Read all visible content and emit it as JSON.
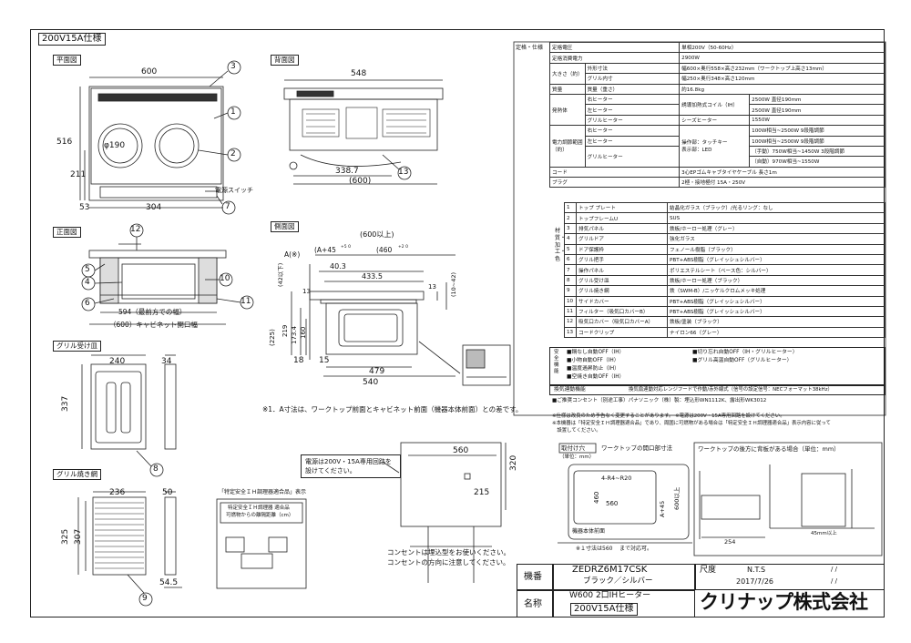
{
  "spec_badge": "200V15A仕様",
  "views": {
    "plan": "平面図",
    "back": "背面図",
    "front": "正面図",
    "side": "側面図",
    "grill_pan": "グリル受け皿",
    "grill_net": "グリル焼き網"
  },
  "plan_dims": {
    "width": "600",
    "depth": "516",
    "d211": "211",
    "d53": "53",
    "d304": "304",
    "burner": "φ190",
    "power_switch": "電源スイッチ"
  },
  "back_dims": {
    "width": "548",
    "d3387": "338.7",
    "d600": "(600)"
  },
  "front_dims": {
    "d594": "594（最前方での幅）",
    "d600": "（600）キャビネット開口幅"
  },
  "side_dims": {
    "d600up": "(600以上)",
    "a": "A(※)",
    "a45": "(A+45",
    "a45_tol": "+5 0",
    "d460": "(460",
    "d460_tol": "+2 0",
    "d4033": "40.3",
    "d4335": "433.5",
    "d42": "(42以下)",
    "d13a": "13",
    "d1042": "(10~42)",
    "d13b": "13",
    "d225": "(225)",
    "d219": "219",
    "d1734": "173.4",
    "d160": "160",
    "d18": "18",
    "d15": "15",
    "d479": "479",
    "d540": "540"
  },
  "side_note": "※1．A寸法は、ワークトップ前面とキャビネット前面（機器本体前面）との差です。",
  "grill_pan_dims": {
    "w": "240",
    "t": "34",
    "h": "337"
  },
  "grill_net_dims": {
    "w": "236",
    "t": "50",
    "h325": "325",
    "h307": "307",
    "d545": "54.5"
  },
  "callouts": [
    "1",
    "2",
    "3",
    "4",
    "5",
    "6",
    "7",
    "8",
    "9",
    "10",
    "11",
    "12",
    "13"
  ],
  "label_box": {
    "title": "「特定安全ＩＨ調理器適合品」表示",
    "l1": "特定安全ＩＨ調理器 適合品",
    "l2": "可燃物からの離隔距離（cm）"
  },
  "power_note_1": "電源は200V・15A専用回路を",
  "power_note_2": "設けてください。",
  "outlet_note_1": "コンセントは埋込型をお使いください。",
  "outlet_note_2": "コンセントの方向に注意してください。",
  "outlet_dims": {
    "d560": "560",
    "d320": "320",
    "d215": "215"
  },
  "cutout": {
    "label": "取付け穴",
    "title": "ワークトップの開口部寸法",
    "unit": "（単位：mm）",
    "r": "4-R4~R20",
    "d460": "460",
    "d560": "560",
    "a45": "A+45",
    "d600": "600以上",
    "body_front": "機器本体前面",
    "note": "※１寸法は560",
    "note2": "まで対応可。"
  },
  "backwall": {
    "title": "ワークトップの後方に背板がある場合（単位：mm）",
    "d254": "254",
    "d45": "45mm以上"
  },
  "spec": {
    "section_label": "定格・仕様",
    "rows": [
      [
        "定格電圧",
        "単相200V（50-60Hz）"
      ],
      [
        "定格消費電力",
        "2900W"
      ],
      [
        "外形寸法",
        "幅600×奥行558×高さ232mm（ワークトップ上高さ13mm）"
      ],
      [
        "グリル内寸",
        "幅250×奥行348×高さ120mm"
      ],
      [
        "質量（重さ）",
        "約16.8kg"
      ]
    ],
    "size_label": "大きさ（約）",
    "mass_label": "質量",
    "heater_label": "発熱体",
    "heater_right": "右ヒーター",
    "heater_left": "左ヒーター",
    "heater_grill": "グリルヒーター",
    "heater_coil": "誘導加熱式コイル（IH）",
    "heater_sheath": "シーズヒーター",
    "heater_r": "2500W 直径190mm",
    "heater_l": "2500W 直径190mm",
    "heater_g": "1550W",
    "ctrl_label": "電力調節範囲（約）",
    "ctrl_method": "操作部：タッチキー",
    "ctrl_disp": "表示部：LED",
    "ctrl_r": "100W相当~2500W 9段階調節",
    "ctrl_l": "100W相当~2500W 9段階調節",
    "ctrl_g1": "（手動）750W相当~1450W 3段階調節",
    "ctrl_g2": "（自動）970W相当~1550W",
    "cord_label": "コード",
    "cord_val": "3心EPゴムキャブタイヤケーブル 長さ1m",
    "plug_label": "プラグ",
    "plug_val": "2極・接地極付 15A・250V"
  },
  "materials": {
    "section_label": "材質・加工・色",
    "rows": [
      [
        "1",
        "トップ プレート",
        "結晶化ガラス（ブラック）/光るリング：なし"
      ],
      [
        "2",
        "トップフレームU",
        "SUS"
      ],
      [
        "3",
        "排気パネル",
        "鉄板/ホーロー処理（グレー）"
      ],
      [
        "4",
        "グリルドア",
        "強化ガラス"
      ],
      [
        "5",
        "ドア保護枠",
        "フェノール樹脂（ブラック）"
      ],
      [
        "6",
        "グリル把手",
        "PBT+ABS樹脂（グレイッシュシルバー）"
      ],
      [
        "7",
        "操作パネル",
        "ポリエステルシート（ベース色：シルバー）"
      ],
      [
        "8",
        "グリル受け皿",
        "鉄板/ホーロー処理（ブラック）"
      ],
      [
        "9",
        "グリル焼き網",
        "鉄（SWM-B）/ニッケルクロムメッキ処理"
      ],
      [
        "10",
        "サイドカバー",
        "PBT+ABS樹脂（グレイッシュシルバー）"
      ],
      [
        "11",
        "フィルター（吸気口カバーB）",
        "PBT+ABS樹脂（グレイッシュシルバー）"
      ],
      [
        "12",
        "吸気口カバー（吸気口カバーA）",
        "鉄板/塗装（ブラック）"
      ],
      [
        "13",
        "コードクリップ",
        "ナイロン66（グレー）"
      ]
    ]
  },
  "safety": {
    "label": "安全機能",
    "items": [
      "■鍋なし自動OFF（IH）",
      "■切り忘れ自動OFF（IH・グリルヒーター）",
      "■小物自動OFF（IH）",
      "■グリル高温自動OFF（グリルヒーター）",
      "■温度過昇防止（IH）",
      "■空焼き自動OFF（IH）"
    ]
  },
  "linked": {
    "label": "換気連動機能",
    "val": "換気扇連動対応レンジフードで作動/赤外線式（信号の設定信号：NECフォーマット38kHz）"
  },
  "outlet_spec": "■ご推奨コンセント（別途工事）パナソニック（株）製：埋込形WN1112K、露出形WK3012",
  "notes": [
    "※仕様は改良のため予告なく変更することがあります。  ※電源は200V・15A専用回路を設けてください。",
    "※本機器は「特定安全ＩＨ調理器適合品」であり、周囲に可燃物がある場合は「特定安全ＩＨ調理器適合品」表示内容に従って",
    "　設置してください。"
  ],
  "title_block": {
    "model_label": "機番",
    "model": "ZEDRZ6M17CSK",
    "color": "ブラック／シルバー",
    "name_label": "名称",
    "name": "W600 2口IHヒーター",
    "spec": "200V15A仕様",
    "scale_label": "尺度",
    "scale": "N.T.S",
    "date": "2017/7/26",
    "slash": "/ /",
    "company": "クリナップ株式会社"
  }
}
